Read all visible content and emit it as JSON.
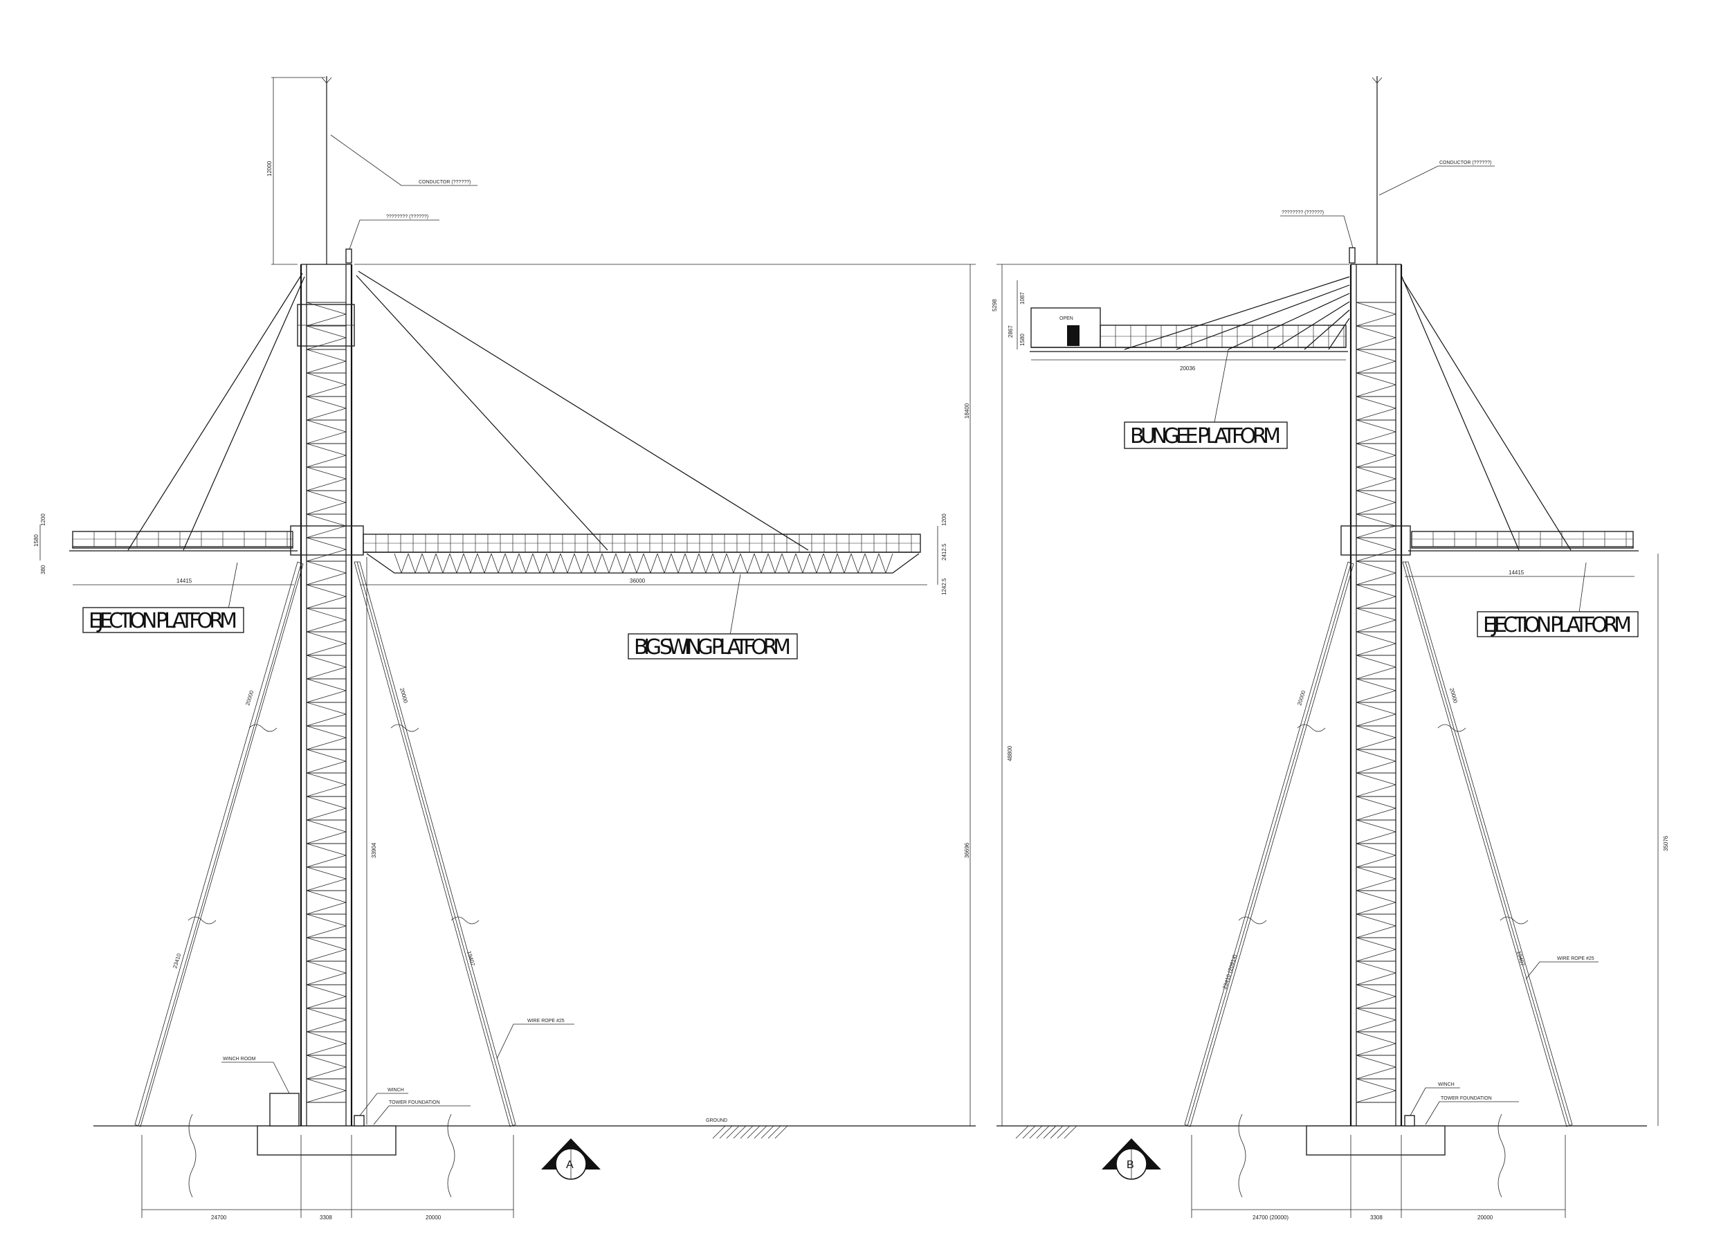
{
  "labels": {
    "conductor_a": "CONDUCTOR (??????)",
    "qmarks_a": "???????? (??????)",
    "conductor_b": "CONDUCTOR (??????)",
    "qmarks_b": "???????? (??????)",
    "ejection_a": "EJECTION PLATFORM",
    "big_swing": "BIG SWING PLATFORM",
    "bungee": "BUNGEE PLATFORM",
    "ejection_b": "EJECTION PLATFORM",
    "winch_room": "WINCH ROOM",
    "winch_a": "WINCH",
    "winch_b": "WINCH",
    "tower_foundation_a": "TOWER FOUNDATION",
    "tower_foundation_b": "TOWER FOUNDATION",
    "ground": "GROUND",
    "wire_rope_a": "WIRE ROPE #25",
    "wire_rope_b": "WIRE ROPE #25",
    "open": "OPEN",
    "marker_a": "A",
    "marker_b": "B"
  },
  "dims_a": {
    "d12000": "12000",
    "d18400": "18400",
    "d1200_l": "1200",
    "d1580": "1580",
    "d380": "380",
    "d14415": "14415",
    "d36000": "36000",
    "d1200_r": "1200",
    "d2412": "2412.5",
    "d1242": "1242.5",
    "d36696": "36696",
    "d33904": "33904",
    "d20000_l": "20000",
    "d20000_r": "20000",
    "d23410": "23410",
    "d19407": "19407",
    "base_24700": "24700",
    "base_3308": "3308",
    "base_20000": "20000"
  },
  "dims_b": {
    "d5298": "5298",
    "d2867": "2867",
    "d1580": "1580",
    "d1087": "1087",
    "d20036": "20036",
    "d48800": "48800",
    "d14415": "14415",
    "d35076": "35076",
    "d20000_l": "20000",
    "d20000_r": "20000",
    "d23410": "23410 (20914)",
    "d19407": "19407",
    "base_24700": "24700 (20000)",
    "base_3308": "3308",
    "base_20000": "20000"
  }
}
